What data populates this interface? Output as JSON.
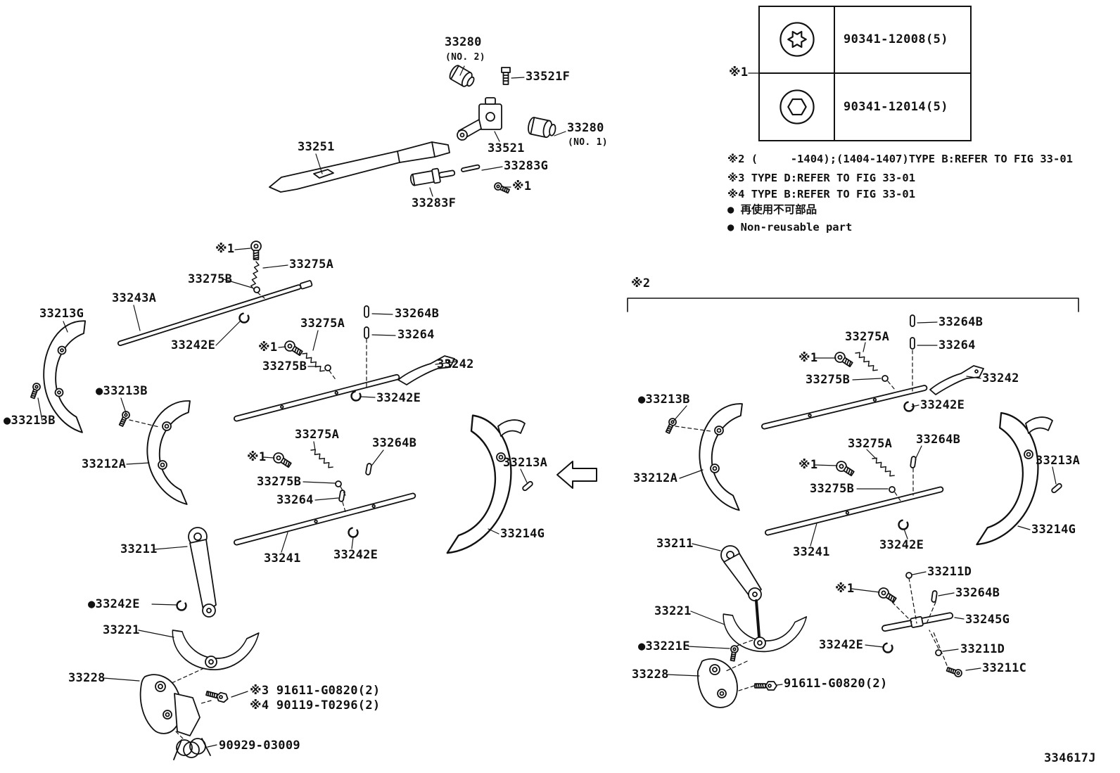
{
  "doc": {
    "figure_code": "334617J"
  },
  "colors": {
    "ink": "#111111",
    "background": "#ffffff"
  },
  "legend": {
    "marker": "※1",
    "rows": [
      {
        "icon": "torx-socket-plug-icon",
        "part": "90341-12008(5)"
      },
      {
        "icon": "hex-socket-plug-icon",
        "part": "90341-12014(5)"
      }
    ],
    "notes": [
      "※2 (     -1404);(1404-1407)TYPE B:REFER TO FIG 33-01",
      "※3 TYPE D:REFER TO FIG 33-01",
      "※4 TYPE B:REFER TO FIG 33-01",
      "● 再使用不可部品",
      "● Non-reusable part"
    ]
  },
  "labels": {
    "t01": "33280",
    "t02": "(NO. 2)",
    "t03": "33521F",
    "t04": "33280",
    "t05": "(NO. 1)",
    "t06": "33251",
    "t07": "33521",
    "t08": "33283G",
    "t09": "※1",
    "t10": "33283F",
    "t11": "※1",
    "t12": "33275A",
    "t13": "33275B",
    "t14": "33243A",
    "t15": "33213G",
    "t16": "33264B",
    "t17": "33264",
    "t18": "33275A",
    "t19": "33242E",
    "t20": "※1",
    "t21": "33275B",
    "t22": "33242",
    "t23": "●33213B",
    "t24": "33242E",
    "t25": "●33213B",
    "t26": "33212A",
    "t27": "33275A",
    "t28": "33264B",
    "t29": "※1",
    "t30": "33213A",
    "t31": "33275B",
    "t32": "33264",
    "t33": "33214G",
    "t34": "33211",
    "t35": "33241",
    "t36": "33242E",
    "t37": "●33242E",
    "t38": "33221",
    "t39": "33228",
    "t40": "※3 91611-G0820(2)",
    "t41": "※4 90119-T0296(2)",
    "t42": "90929-03009",
    "t43": "※2",
    "t44": "33264B",
    "t45": "33275A",
    "t46": "33264",
    "t47": "※1",
    "t48": "33275B",
    "t49": "33242",
    "t50": "33242E",
    "t51": "●33213B",
    "t52": "33212A",
    "t53": "33275A",
    "t54": "33264B",
    "t55": "33213A",
    "t56": "※1",
    "t57": "33275B",
    "t58": "33214G",
    "t59": "33211",
    "t60": "33241",
    "t61": "33242E",
    "t62": "33211D",
    "t63": "※1",
    "t64": "33264B",
    "t65": "33221",
    "t66": "33245G",
    "t67": "●33221E",
    "t68": "33242E",
    "t69": "33211D",
    "t70": "33228",
    "t71": "33211C",
    "t72": "91611-G0820(2)"
  }
}
